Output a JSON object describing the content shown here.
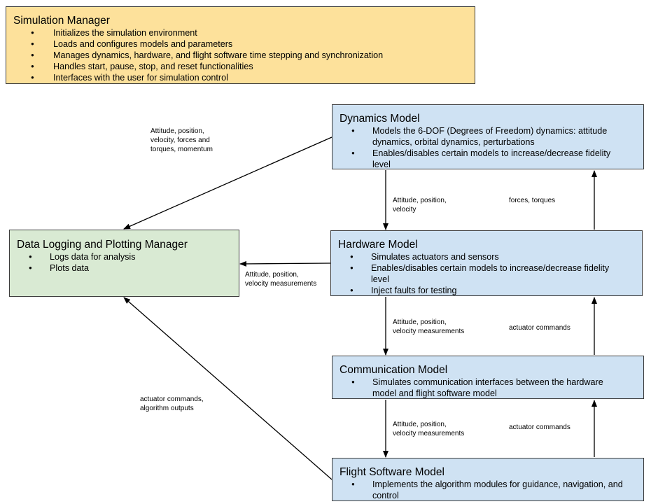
{
  "simulation_manager": {
    "title": "Simulation Manager",
    "items": [
      "Initializes the simulation environment",
      "Loads and configures models and parameters",
      "Manages dynamics, hardware, and flight software time stepping and synchronization",
      "Handles start, pause, stop, and reset functionalities",
      "Interfaces with the user for simulation control"
    ]
  },
  "data_logging": {
    "title": "Data Logging and Plotting Manager",
    "items": [
      "Logs data for analysis",
      "Plots data"
    ]
  },
  "dynamics_model": {
    "title": "Dynamics Model",
    "items": [
      "Models the 6-DOF (Degrees of Freedom) dynamics: attitude dynamics, orbital dynamics, perturbations",
      "Enables/disables certain models to increase/decrease fidelity level"
    ]
  },
  "hardware_model": {
    "title": "Hardware Model",
    "items": [
      "Simulates actuators and sensors",
      "Enables/disables certain models to increase/decrease fidelity level",
      "Inject faults for testing"
    ]
  },
  "communication_model": {
    "title": "Communication Model",
    "items": [
      "Simulates communication interfaces between the hardware model and flight software model"
    ]
  },
  "flight_software_model": {
    "title": "Flight Software Model",
    "items": [
      "Implements the algorithm modules for guidance, navigation, and control"
    ]
  },
  "edge_labels": {
    "dyn_to_log": [
      "Attitude, position,",
      "velocity, forces and",
      "torques, momentum"
    ],
    "dyn_to_hw": [
      "Attitude, position,",
      "velocity"
    ],
    "hw_to_dyn": [
      "forces, torques"
    ],
    "hw_to_log": [
      "Attitude, position,",
      "velocity measurements"
    ],
    "hw_to_comm": [
      "Attitude, position,",
      "velocity measurements"
    ],
    "comm_to_hw": [
      "actuator commands"
    ],
    "fsw_to_log": [
      "actuator commands,",
      "algorithm outputs"
    ],
    "comm_to_fsw": [
      "Attitude, position,",
      "velocity measurements"
    ],
    "fsw_to_comm": [
      "actuator commands"
    ]
  },
  "colors": {
    "manager": "#fde19b",
    "logging": "#d9ead3",
    "model": "#cfe2f3",
    "stroke": "#000000"
  }
}
